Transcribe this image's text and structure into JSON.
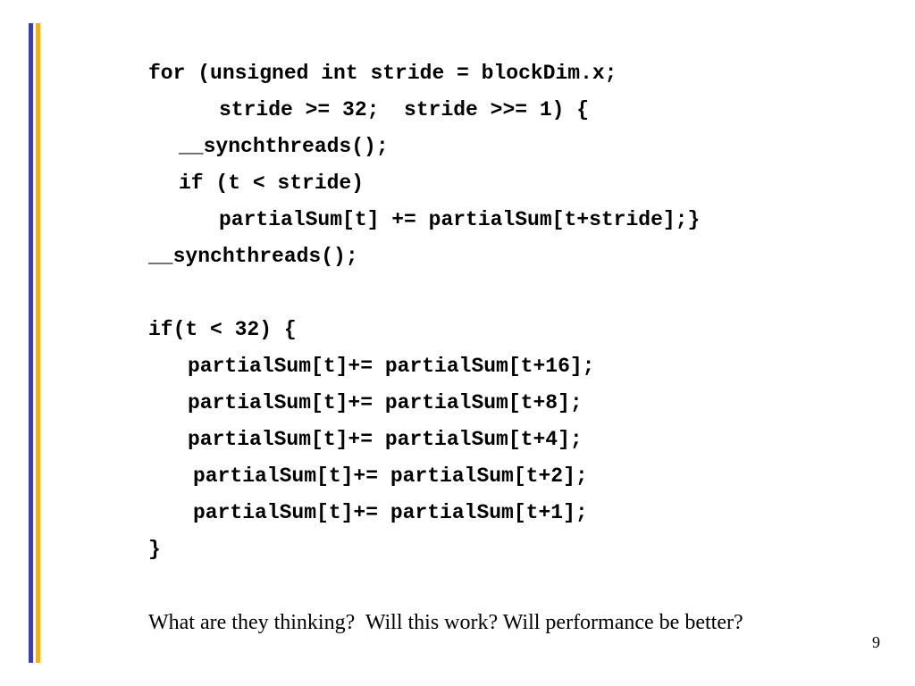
{
  "code_lines": [
    "for (unsigned int stride = blockDim.x;",
    "stride >= 32;  stride >>= 1) {",
    "__synchthreads();",
    "if (t < stride)",
    "partialSum[t] += partialSum[t+stride];}",
    "__synchthreads();",
    "if(t < 32) {",
    "partialSum[t]+= partialSum[t+16];",
    "partialSum[t]+= partialSum[t+8];",
    "partialSum[t]+= partialSum[t+4];",
    "partialSum[t]+= partialSum[t+2];",
    "partialSum[t]+= partialSum[t+1];",
    "}"
  ],
  "question": "What are they thinking?  Will this work? Will performance be better?",
  "page_number": "9",
  "colors": {
    "left_bar_primary": "#3a3fb0",
    "left_bar_secondary": "#f0b21c"
  }
}
